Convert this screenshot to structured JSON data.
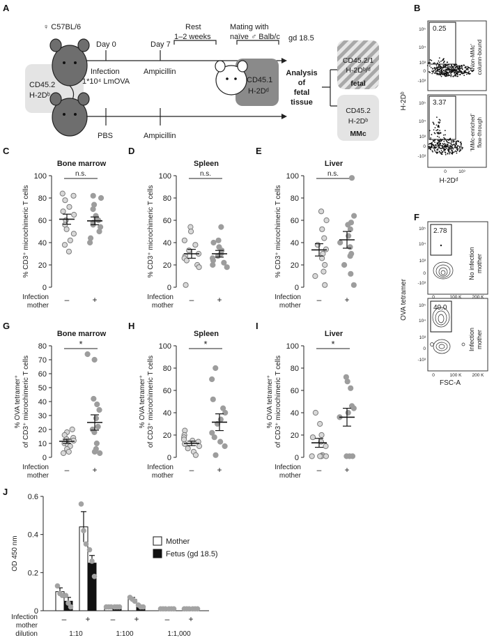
{
  "panel_letters": [
    "A",
    "B",
    "C",
    "D",
    "E",
    "F",
    "G",
    "H",
    "I",
    "J"
  ],
  "schematic": {
    "mouse_label": "♀ C57BL/6",
    "donor_line1": "CD45.2",
    "donor_line2": "H-2Dᵇ",
    "day0": "Day 0",
    "day7": "Day 7",
    "rest_line1": "Rest",
    "rest_line2": "1–2 weeks",
    "mating_line1": "Mating with",
    "mating_line2": "naïve ♂ Balb/c",
    "gd": "gd 18.5",
    "infection_line1": "Infection",
    "infection_line2": "1*10⁴ LmOVA",
    "ampicillin_top": "Ampicillin",
    "pbs": "PBS",
    "ampicillin_bottom": "Ampicillin",
    "recipient_line1": "CD45.1",
    "recipient_line2": "H-2Dᵈ",
    "analysis_line1": "Analysis",
    "analysis_line2": "of",
    "analysis_line3": "fetal",
    "analysis_line4": "tissue",
    "fetal_box_line1": "CD45.2/1",
    "fetal_box_line2": "H-2Dᵇ/ᵈ",
    "fetal_box_line3": "fetal",
    "mmc_box_line1": "CD45.2",
    "mmc_box_line2": "H-2Dᵇ",
    "mmc_box_line3": "MMc"
  },
  "panel_b": {
    "ylabel": "H-2Dᵇ",
    "xlabel": "H-2Dᵈ",
    "top_gate": "0.25",
    "top_side_line1": "'Non-MMc'",
    "top_side_line2": "column-bound",
    "bottom_gate": "3.37",
    "bottom_side_line1": "'MMc-enriched'",
    "bottom_side_line2": "flow-through",
    "yticks": [
      "10⁵",
      "10⁴",
      "10³",
      "0",
      "-10³"
    ],
    "xticks": [
      "0",
      "10³"
    ]
  },
  "panel_f": {
    "ylabel": "OVA tetramer",
    "xlabel": "FSC-A",
    "top_gate": "2.78",
    "top_side_line1": "No infection",
    "top_side_line2": "mother",
    "bottom_gate": "40.0",
    "bottom_side_line1": "Infection",
    "bottom_side_line2": "mother",
    "yticks": [
      "10⁵",
      "10⁴",
      "10³",
      "0",
      "-10³"
    ],
    "xticks": [
      "0",
      "100 K",
      "200 K"
    ]
  },
  "axis_common": {
    "ylabel_cd": "% CD3⁺ microchimeric T cells",
    "ylabel_ova_line1": "% OVA tetramer⁺",
    "ylabel_ova_line2": "of CD3⁺ microchimeric T cells",
    "xrow_label_line1": "Infection",
    "xrow_label_line2": "mother",
    "minus": "–",
    "plus": "+"
  },
  "chart_data": [
    {
      "panel": "C",
      "type": "scatter",
      "title": "Bone marrow",
      "significance": "n.s.",
      "ylabel": "% CD3⁺ microchimeric T cells",
      "ylim": [
        0,
        100
      ],
      "yticks": [
        0,
        20,
        40,
        60,
        80,
        100
      ],
      "categories": [
        "–",
        "+"
      ],
      "series": [
        {
          "values": [
            84,
            82,
            78,
            72,
            68,
            65,
            60,
            56,
            52,
            48,
            42,
            38,
            32
          ],
          "mean": 61,
          "sem": 4.5
        },
        {
          "values": [
            82,
            80,
            74,
            70,
            64,
            62,
            60,
            58,
            56,
            54,
            50,
            44,
            40
          ],
          "mean": 59.5,
          "sem": 3.5
        }
      ]
    },
    {
      "panel": "D",
      "type": "scatter",
      "title": "Spleen",
      "significance": "n.s.",
      "ylabel": "% CD3⁺ microchimeric T cells",
      "ylim": [
        0,
        100
      ],
      "yticks": [
        0,
        20,
        40,
        60,
        80,
        100
      ],
      "categories": [
        "–",
        "+"
      ],
      "series": [
        {
          "values": [
            54,
            50,
            42,
            38,
            33,
            30,
            28,
            26,
            24,
            20,
            18,
            2
          ],
          "mean": 30,
          "sem": 4
        },
        {
          "values": [
            54,
            42,
            40,
            36,
            33,
            30,
            28,
            26,
            24,
            22,
            20,
            18
          ],
          "mean": 30,
          "sem": 3
        }
      ]
    },
    {
      "panel": "E",
      "type": "scatter",
      "title": "Liver",
      "significance": "n.s.",
      "ylabel": "% CD3⁺ microchimeric T cells",
      "ylim": [
        0,
        100
      ],
      "yticks": [
        0,
        20,
        40,
        60,
        80,
        100
      ],
      "categories": [
        "–",
        "+"
      ],
      "series": [
        {
          "values": [
            68,
            60,
            52,
            44,
            38,
            34,
            30,
            26,
            20,
            14,
            10,
            2
          ],
          "mean": 33.5,
          "sem": 5.5
        },
        {
          "values": [
            98,
            64,
            58,
            56,
            52,
            46,
            40,
            36,
            30,
            28,
            20,
            12,
            2
          ],
          "mean": 42.5,
          "sem": 7.5
        }
      ]
    },
    {
      "panel": "G",
      "type": "scatter",
      "title": "Bone marrow",
      "significance": "*",
      "ylabel": "% OVA tetramer⁺ of CD3⁺ microchimeric T cells",
      "ylim": [
        0,
        80
      ],
      "yticks": [
        0,
        10,
        20,
        30,
        40,
        50,
        60,
        70,
        80
      ],
      "categories": [
        "–",
        "+"
      ],
      "series": [
        {
          "values": [
            20,
            18,
            16,
            14,
            13,
            12,
            11,
            10,
            9,
            8,
            6,
            4,
            3
          ],
          "mean": 11.5,
          "sem": 1.5
        },
        {
          "values": [
            74,
            70,
            42,
            38,
            34,
            28,
            22,
            20,
            18,
            10,
            6,
            4,
            3
          ],
          "mean": 25,
          "sem": 5.5
        }
      ]
    },
    {
      "panel": "H",
      "type": "scatter",
      "title": "Spleen",
      "significance": "*",
      "ylabel": "% OVA tetramer⁺ of CD3⁺ microchimeric T cells",
      "ylim": [
        0,
        100
      ],
      "yticks": [
        0,
        20,
        40,
        60,
        80,
        100
      ],
      "categories": [
        "–",
        "+"
      ],
      "series": [
        {
          "values": [
            24,
            20,
            18,
            16,
            15,
            14,
            12,
            10,
            8,
            5,
            2
          ],
          "mean": 12.5,
          "sem": 2
        },
        {
          "values": [
            80,
            70,
            52,
            44,
            40,
            34,
            30,
            22,
            18,
            14,
            10,
            2
          ],
          "mean": 31.5,
          "sem": 7.5
        }
      ]
    },
    {
      "panel": "I",
      "type": "scatter",
      "title": "Liver",
      "significance": "*",
      "ylabel": "% OVA tetramer⁺ of CD3⁺ microchimeric T cells",
      "ylim": [
        0,
        100
      ],
      "yticks": [
        0,
        20,
        40,
        60,
        80,
        100
      ],
      "categories": [
        "–",
        "+"
      ],
      "series": [
        {
          "values": [
            40,
            30,
            20,
            18,
            14,
            10,
            2,
            1,
            1,
            1,
            1
          ],
          "mean": 13,
          "sem": 4
        },
        {
          "values": [
            72,
            68,
            62,
            46,
            44,
            40,
            36,
            1,
            1,
            1
          ],
          "mean": 36,
          "sem": 8
        }
      ]
    },
    {
      "panel": "J",
      "type": "bar",
      "ylabel": "OD 450 nm",
      "ylim": [
        0,
        0.6
      ],
      "yticks": [
        0,
        0.2,
        0.4,
        0.6
      ],
      "xrow_label_line1": "Infection",
      "xrow_label_line2": "mother",
      "dilution_label": "dilution",
      "categories": [
        "1:10",
        "1:100",
        "1:1,000"
      ],
      "infection_labels": [
        "–",
        "+"
      ],
      "series": [
        {
          "name": "Mother",
          "color": "#ffffff",
          "values": [
            [
              0.1,
              0.44
            ],
            [
              0.02,
              0.06
            ],
            [
              0.01,
              0.01
            ]
          ],
          "errors": [
            [
              0.02,
              0.08
            ],
            [
              0.005,
              0.01
            ],
            [
              0.002,
              0.002
            ]
          ],
          "points": [
            [
              [
                0.13,
                0.09,
                0.08
              ],
              [
                0.56,
                0.42,
                0.35
              ]
            ],
            [
              [
                0.02,
                0.02,
                0.02
              ],
              [
                0.07,
                0.06,
                0.05
              ]
            ],
            [
              [
                0.01,
                0.01,
                0.01
              ],
              [
                0.01,
                0.01,
                0.01
              ]
            ]
          ]
        },
        {
          "name": "Fetus (gd 18.5)",
          "color": "#111111",
          "values": [
            [
              0.05,
              0.25
            ],
            [
              0.02,
              0.02
            ],
            [
              0.01,
              0.01
            ]
          ],
          "errors": [
            [
              0.02,
              0.04
            ],
            [
              0.003,
              0.004
            ],
            [
              0.002,
              0.002
            ]
          ],
          "points": [
            [
              [
                0.08,
                0.04,
                0.02
              ],
              [
                0.32,
                0.26,
                0.18
              ]
            ],
            [
              [
                0.02,
                0.02,
                0.02
              ],
              [
                0.03,
                0.02,
                0.02
              ]
            ],
            [
              [
                0.01,
                0.01,
                0.01
              ],
              [
                0.01,
                0.01,
                0.01
              ]
            ]
          ]
        }
      ]
    }
  ]
}
